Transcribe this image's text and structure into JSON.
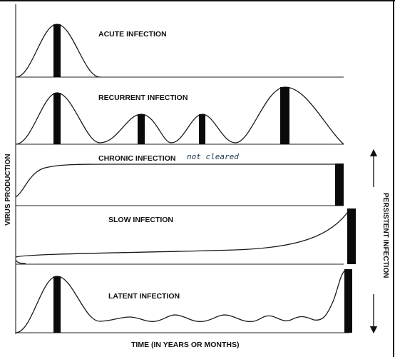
{
  "diagram": {
    "panels": [
      {
        "id": "acute",
        "label": "ACUTE INFECTION"
      },
      {
        "id": "recurrent",
        "label": "RECURRENT  INFECTION"
      },
      {
        "id": "chronic",
        "label": "CHRONIC INFECTION",
        "note": "not cleared"
      },
      {
        "id": "slow",
        "label": "SLOW INFECTION"
      },
      {
        "id": "latent",
        "label": "LATENT INFECTION"
      }
    ],
    "y_axis_label": "VIRUS PRODUCTION",
    "x_axis_label": "TIME (IN YEARS OR MONTHS)",
    "bracket_label": "PERSISTENT  INFECTION"
  },
  "colors": {
    "line": "#1a1a1a",
    "bar": "#0a0a0a",
    "note_ink": "#1d3346"
  }
}
